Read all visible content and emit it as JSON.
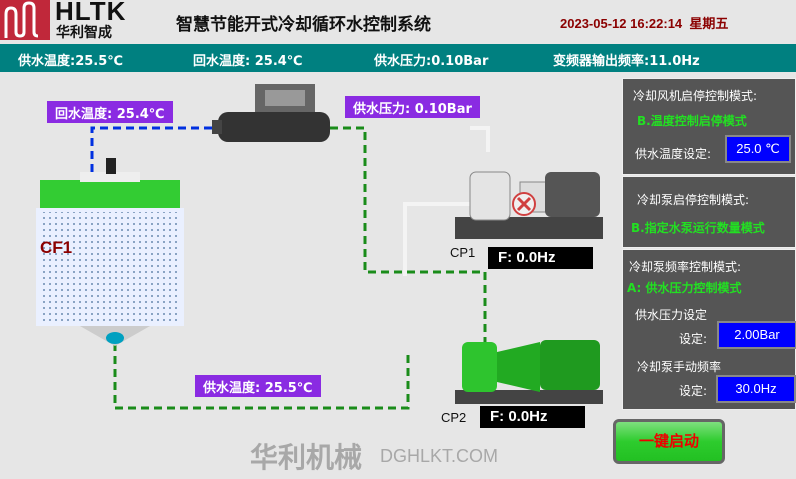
{
  "header": {
    "logo_text": "HLTK",
    "logo_sub": "华利智成",
    "title": "智慧节能开式冷却循环水控制系统",
    "datetime": "2023-05-12 16:22:14",
    "weekday": "星期五"
  },
  "statusbar": {
    "supply_temp": "供水温度:25.5℃",
    "return_temp": "回水温度: 25.4℃",
    "supply_pressure": "供水压力:0.10Bar",
    "vfd_freq": "变频器输出频率:11.0Hz"
  },
  "diagram": {
    "return_temp_label": "回水温度:  25.4℃",
    "supply_pressure_label": "供水压力:  0.10Bar",
    "supply_temp_label": "供水温度:  25.5℃",
    "tower": "CF1",
    "pump1": {
      "name": "CP1",
      "freq": "F: 0.0Hz"
    },
    "pump2": {
      "name": "CP2",
      "freq": "F: 0.0Hz"
    }
  },
  "panel": {
    "fan": {
      "title": "冷却风机启停控制模式:",
      "mode": "B.温度控制启停模式",
      "set_label": "供水温度设定:",
      "set_value": "25.0 ℃"
    },
    "pump": {
      "title": "冷却泵启停控制模式:",
      "mode": "B.指定水泵运行数量模式"
    },
    "freq": {
      "title": "冷却泵频率控制模式:",
      "mode": "A:  供水压力控制模式",
      "pressure_label": "供水压力设定",
      "pressure_set": "设定:",
      "pressure_value": "2.00Bar",
      "manual_label": "冷却泵手动频率",
      "manual_set": "设定:",
      "manual_value": "30.0Hz"
    }
  },
  "button": {
    "label": "一键启动"
  },
  "watermark": {
    "text": "华利机械",
    "url": "DGHLKT.COM"
  },
  "colors": {
    "teal": "#008080",
    "purple": "#8a2be2",
    "green": "#22e022",
    "blue": "#0000ff"
  }
}
